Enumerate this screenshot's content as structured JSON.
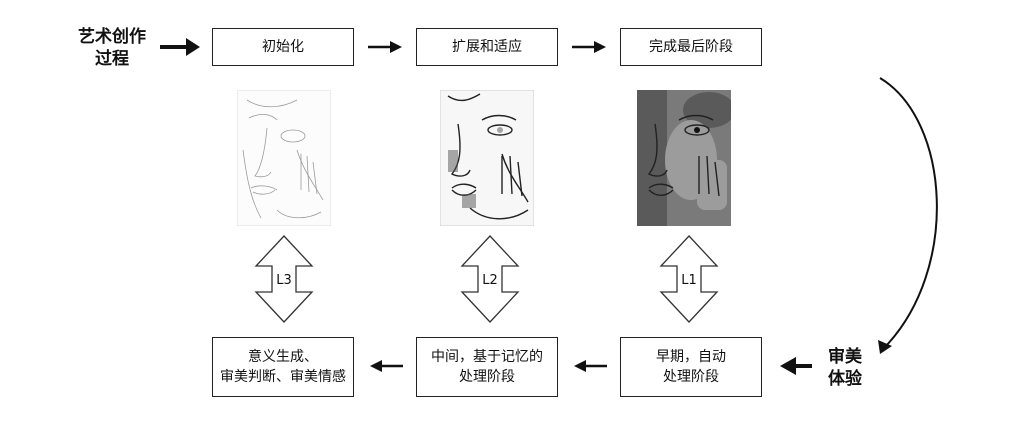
{
  "creation": {
    "label_line1": "艺术创作",
    "label_line2": "过程",
    "steps": [
      "初始化",
      "扩展和适应",
      "完成最后阶段"
    ]
  },
  "experience": {
    "label_line1": "审美",
    "label_line2": "体验",
    "stages": [
      {
        "line1": "意义生成、",
        "line2": "审美判断、审美情感"
      },
      {
        "line1": "中间，基于记忆的",
        "line2": "处理阶段"
      },
      {
        "line1": "早期，自动",
        "line2": "处理阶段"
      }
    ]
  },
  "levels": [
    "L3",
    "L2",
    "L1"
  ],
  "icons": {
    "arrow_right": "arrow-right-icon",
    "arrow_left": "arrow-left-icon",
    "double_arrow": "double-vertical-arrow-icon",
    "curved_arrow": "curved-arrow-icon"
  }
}
